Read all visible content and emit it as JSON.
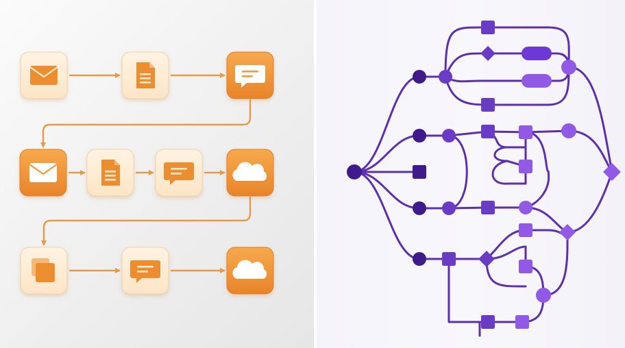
{
  "workflow_left": {
    "colors": {
      "light_tile": "#fde9cf",
      "light_tile_border": "#f4d2a8",
      "dark_tile_top": "#f7a94c",
      "dark_tile_bottom": "#e8842a",
      "icon_light": "#ffffff",
      "icon_dark": "#ec8d2f",
      "connector": "#e79a45"
    },
    "rows": [
      {
        "tiles": [
          {
            "icon": "mail-icon",
            "style": "light"
          },
          {
            "icon": "document-icon",
            "style": "light"
          },
          {
            "icon": "chat-icon",
            "style": "dark"
          }
        ]
      },
      {
        "tiles": [
          {
            "icon": "mail-icon",
            "style": "dark"
          },
          {
            "icon": "document-icon",
            "style": "light"
          },
          {
            "icon": "chat-icon",
            "style": "light"
          },
          {
            "icon": "cloud-icon",
            "style": "dark"
          }
        ]
      },
      {
        "tiles": [
          {
            "icon": "copy-icon",
            "style": "light"
          },
          {
            "icon": "chat-icon",
            "style": "light"
          },
          {
            "icon": "cloud-icon",
            "style": "dark"
          }
        ]
      }
    ]
  },
  "network_right": {
    "colors": {
      "line": "#5b2fb0",
      "node_dark": "#3e1a8a",
      "node_mid": "#6a3cc6",
      "node_light": "#9159e6",
      "pill": "#6c38d6"
    },
    "node_shapes": [
      "circle",
      "square",
      "diamond",
      "pill"
    ]
  }
}
